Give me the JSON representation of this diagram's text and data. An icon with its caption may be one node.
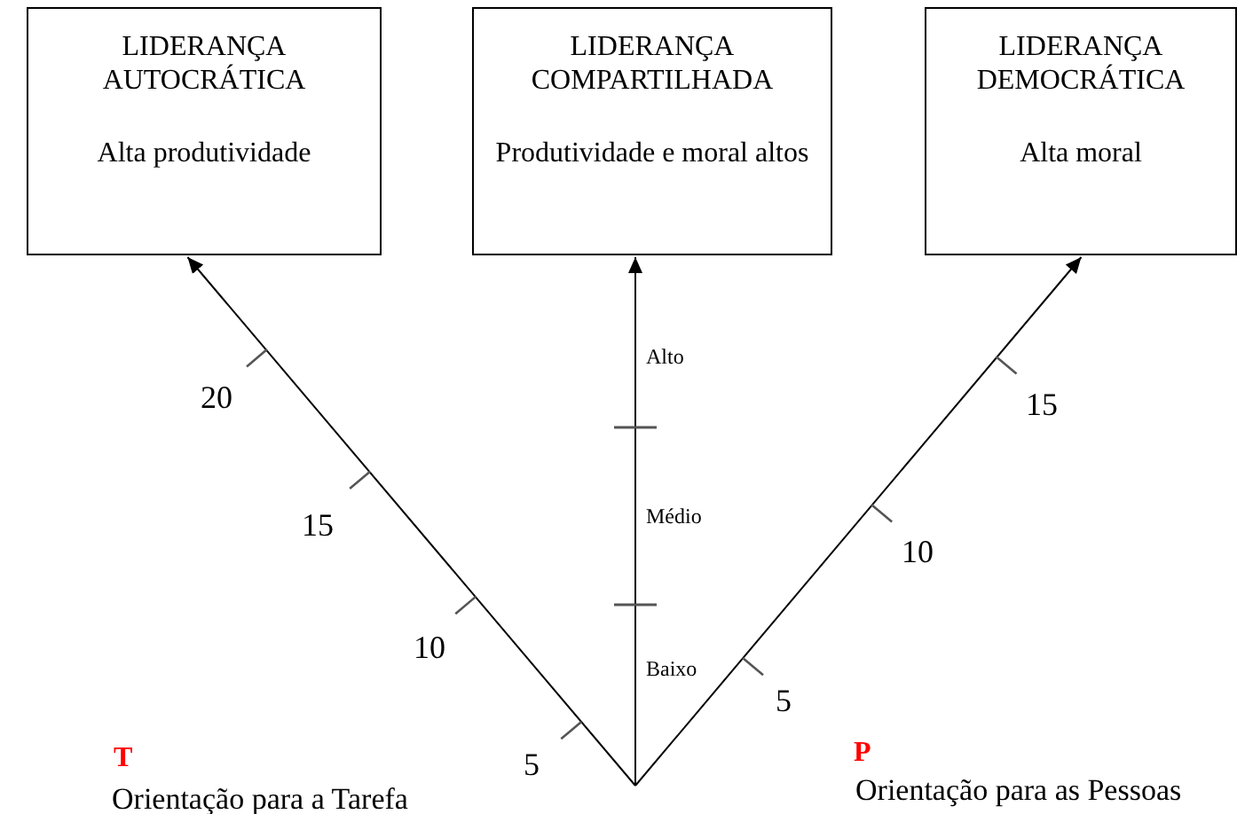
{
  "diagram": {
    "nodes": [
      {
        "text": [
          "LIDERANÇA AUTOCRÁTICA",
          "Alta produtividade"
        ]
      },
      {
        "text": [
          "LIDERANÇA COMPARTILHADA",
          "Produtividade e moral altos"
        ]
      },
      {
        "text": [
          "LIDERANÇA DEMOCRÁTICA",
          "Alta moral"
        ]
      }
    ],
    "edges": [
      {
        "from": null,
        "to": 0,
        "arrow": "to"
      },
      {
        "from": null,
        "to": 1,
        "arrow": "to"
      },
      {
        "from": null,
        "to": 2,
        "arrow": "to"
      }
    ],
    "labels": [
      "20",
      "Alto",
      "15",
      "15",
      "Médio",
      "10",
      "10",
      "Baixo",
      "5",
      "5",
      "T",
      "P",
      "Orientação para a Tarefa",
      "Orientação para as Pessoas"
    ]
  }
}
